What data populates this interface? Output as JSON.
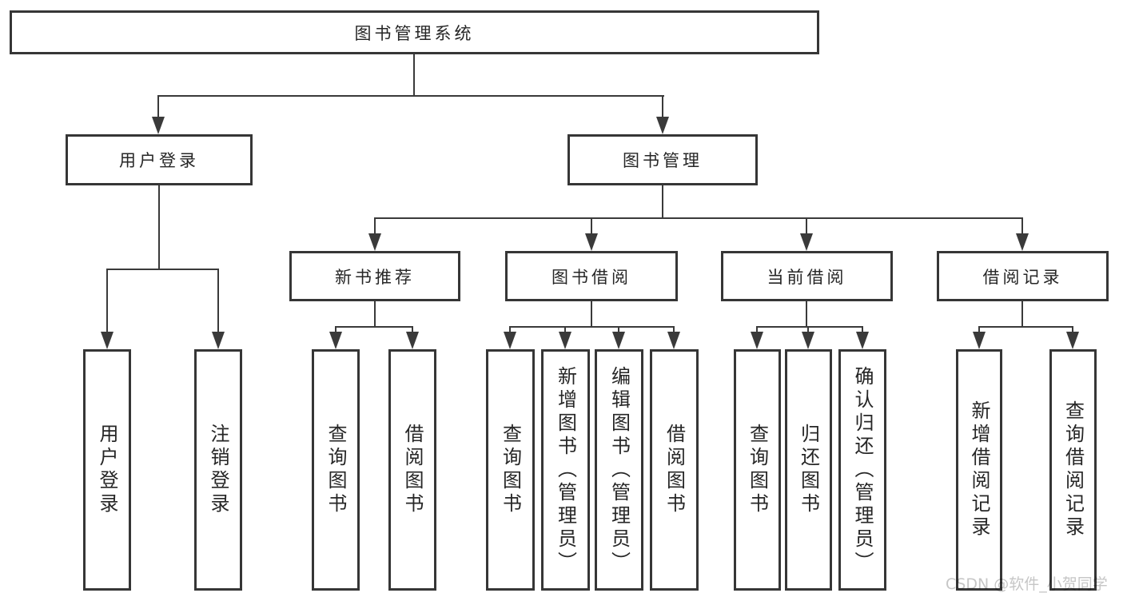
{
  "diagram": {
    "root": {
      "label": "图书管理系统"
    },
    "level2": [
      {
        "label": "用户登录"
      },
      {
        "label": "图书管理"
      }
    ],
    "level3": [
      {
        "label": "新书推荐"
      },
      {
        "label": "图书借阅"
      },
      {
        "label": "当前借阅"
      },
      {
        "label": "借阅记录"
      }
    ],
    "leaves": [
      {
        "label": "用户登录"
      },
      {
        "label": "注销登录"
      },
      {
        "label": "查询图书"
      },
      {
        "label": "借阅图书"
      },
      {
        "label": "查询图书"
      },
      {
        "label": "新增图书（管理员）"
      },
      {
        "label": "编辑图书（管理员）"
      },
      {
        "label": "借阅图书"
      },
      {
        "label": "查询图书"
      },
      {
        "label": "归还图书"
      },
      {
        "label": "确认归还（管理员）"
      },
      {
        "label": "新增借阅记录"
      },
      {
        "label": "查询借阅记录"
      }
    ],
    "watermark": "CSDN @软件_小贺同学",
    "colors": {
      "line": "#3a3a3a",
      "box_border": "#363636",
      "text": "#262626",
      "watermark": "#c6c6c6",
      "background": "#ffffff"
    }
  }
}
